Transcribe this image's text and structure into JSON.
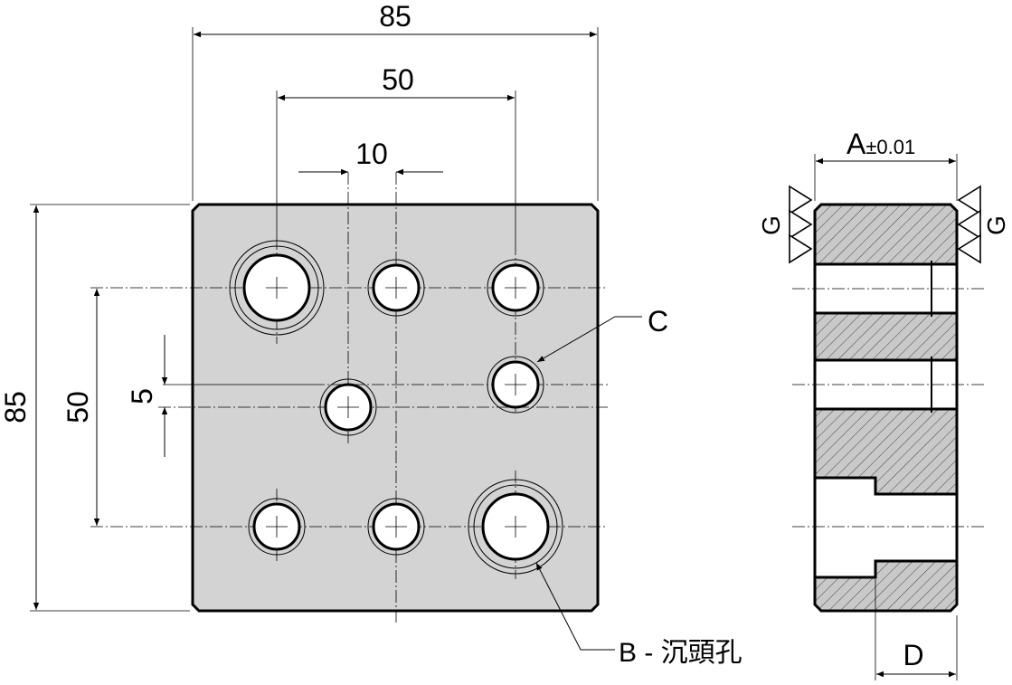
{
  "front_view": {
    "dimensions": {
      "width_overall": "85",
      "width_outer_holes": "50",
      "offset_small": "10",
      "height_overall": "85",
      "height_outer_holes": "50",
      "offset_vertical": "5"
    },
    "callouts": {
      "tapped_hole": "C",
      "counterbore": "B - 沉頭孔"
    }
  },
  "side_view": {
    "thickness": "A",
    "tolerance": "±0.01",
    "ground_left": "G",
    "ground_right": "G",
    "counterbore_depth": "D"
  }
}
